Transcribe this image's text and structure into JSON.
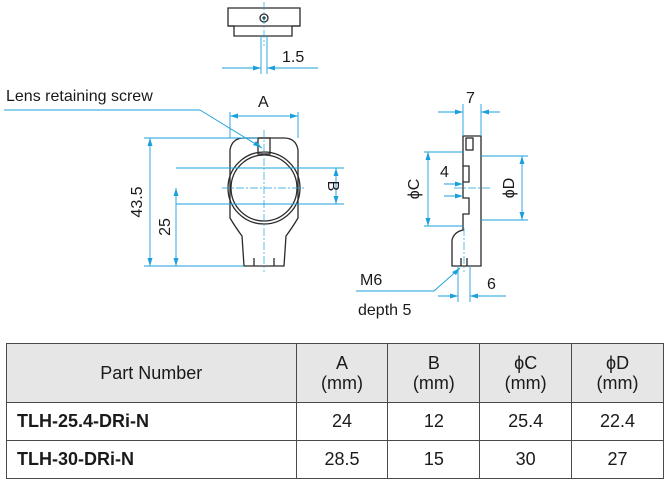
{
  "drawing": {
    "labels": {
      "top_dim": "1.5",
      "screw_note": "Lens retaining screw",
      "dim_a": "A",
      "dim_b": "B",
      "dim_height": "43.5",
      "dim_25": "25",
      "dim_7": "7",
      "dim_4": "4",
      "dim_phi_c": "ϕC",
      "dim_phi_d": "ϕD",
      "thread": "M6",
      "depth": "depth 5",
      "dim_6": "6"
    },
    "colors": {
      "dimension": "#1aa0dc",
      "outline": "#2a2a2a"
    }
  },
  "table": {
    "headers": [
      {
        "line1": "Part Number",
        "line2": ""
      },
      {
        "line1": "A",
        "line2": "(mm)"
      },
      {
        "line1": "B",
        "line2": "(mm)"
      },
      {
        "line1": "ϕC",
        "line2": "(mm)"
      },
      {
        "line1": "ϕD",
        "line2": "(mm)"
      }
    ],
    "rows": [
      {
        "part": "TLH-25.4-DRi-N",
        "a": "24",
        "b": "12",
        "c": "25.4",
        "d": "22.4"
      },
      {
        "part": "TLH-30-DRi-N",
        "a": "28.5",
        "b": "15",
        "c": "30",
        "d": "27"
      }
    ]
  }
}
